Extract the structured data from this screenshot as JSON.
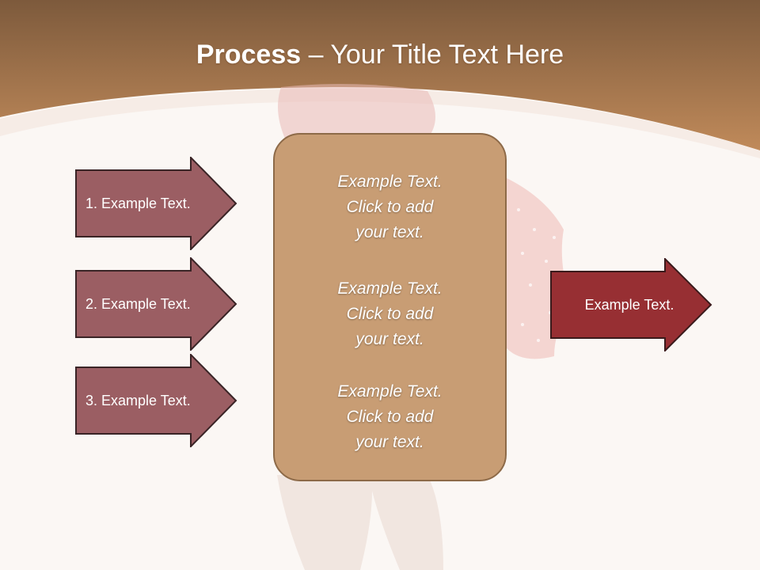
{
  "title": {
    "bold": "Process",
    "rest": " – Your Title Text Here"
  },
  "left_arrows": [
    {
      "label": "1. Example Text."
    },
    {
      "label": "2. Example Text."
    },
    {
      "label": "3. Example Text."
    }
  ],
  "center_box": {
    "paragraphs": [
      {
        "line1": "Example Text.",
        "line2": "Click  to add",
        "line3": "your text."
      },
      {
        "line1": "Example Text.",
        "line2": "Click  to add",
        "line3": "your text."
      },
      {
        "line1": "Example Text.",
        "line2": "Click  to add",
        "line3": "your text."
      }
    ]
  },
  "right_arrow": {
    "label": "Example Text."
  },
  "colors": {
    "header_brown": "#a87048",
    "left_arrow_fill": "#9b5e63",
    "right_arrow_fill": "#972f33",
    "center_box_fill": "#c89d74",
    "background": "#fbf7f4"
  }
}
